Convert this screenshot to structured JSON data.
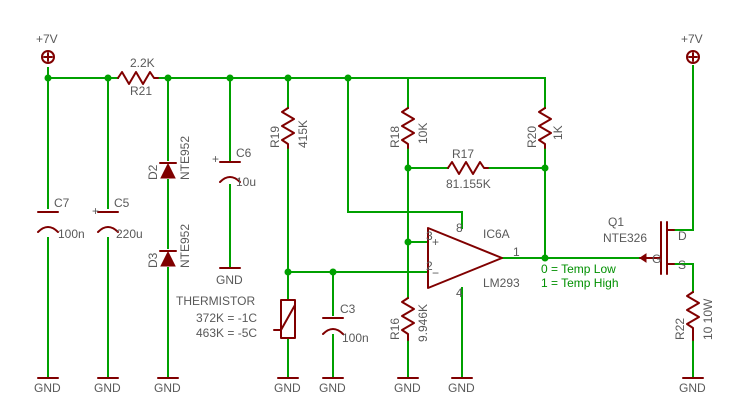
{
  "rails": {
    "vcc": "+7V",
    "gnd": "GND"
  },
  "components": {
    "R21": {
      "ref": "R21",
      "value": "2.2K"
    },
    "R19": {
      "ref": "R19",
      "value": "415K"
    },
    "R18": {
      "ref": "R18",
      "value": "10K"
    },
    "R17": {
      "ref": "R17",
      "value": "81.155K"
    },
    "R20": {
      "ref": "R20",
      "value": "1K"
    },
    "R16": {
      "ref": "R16",
      "value": "9.946K"
    },
    "R22": {
      "ref": "R22",
      "value": "10 10W"
    },
    "C7": {
      "ref": "C7",
      "value": "100n"
    },
    "C5": {
      "ref": "C5",
      "value": "220u"
    },
    "C6": {
      "ref": "C6",
      "value": "10u"
    },
    "C3": {
      "ref": "C3",
      "value": "100n"
    },
    "D2": {
      "ref": "D2",
      "value": "NTE952"
    },
    "D3": {
      "ref": "D3",
      "value": "NTE952"
    },
    "IC6A": {
      "ref": "IC6A",
      "value": "LM293",
      "pin_plus": "3",
      "pin_minus": "2",
      "pin_out": "1",
      "pin_vcc": "8",
      "pin_gnd": "4",
      "sym_plus": "+",
      "sym_minus": "−"
    },
    "Q1": {
      "ref": "Q1",
      "value": "NTE326",
      "pin_d": "D",
      "pin_g": "G",
      "pin_s": "S"
    }
  },
  "thermistor": {
    "title": "THERMISTOR",
    "line1": "372K = -1C",
    "line2": "463K = -5C"
  },
  "output_note": {
    "line1": "0 = Temp Low",
    "line2": "1 = Temp High"
  },
  "colors": {
    "wire": "#00a000",
    "component": "#800000",
    "text": "#595959",
    "note": "#009000"
  }
}
